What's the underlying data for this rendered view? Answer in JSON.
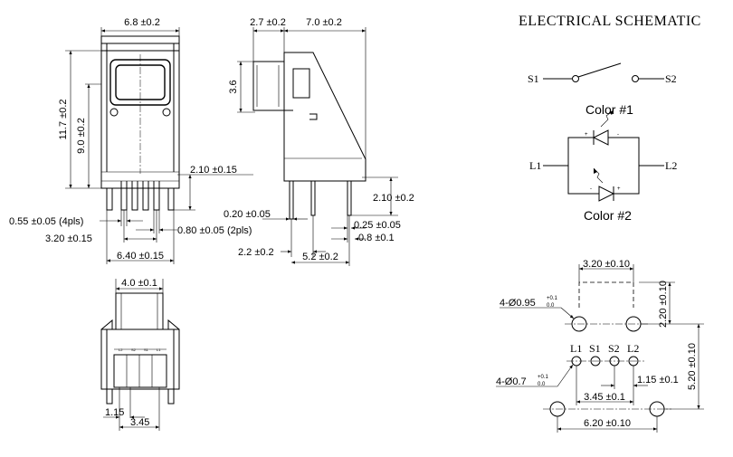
{
  "schematic": {
    "title": "ELECTRICAL SCHEMATIC",
    "switch_left": "S1",
    "switch_right": "S2",
    "led_left": "L1",
    "led_right": "L2",
    "color1": "Color #1",
    "color2": "Color #2"
  },
  "front_view": {
    "width": "6.8 ±0.2",
    "height_total": "11.7 ±0.2",
    "height_body": "9.0 ±0.2",
    "lead_len": "2.10 ±0.15",
    "pin_width": "0.55 ±0.05 (4pls)",
    "pin_span": "3.20 ±0.15",
    "pin_thick": "0.80 ±0.05 (2pls)",
    "base_width": "6.40 ±0.15"
  },
  "side_view": {
    "button_len": "2.7 ±0.2",
    "body_len": "7.0 ±0.2",
    "button_height": "3.6",
    "lead_thick": "0.20 ±0.05",
    "lead_len": "2.10 ±0.2",
    "tab_thick": "0.25 ±0.05",
    "tab_width": "0.8 ±0.1",
    "offset": "2.2 ±0.2",
    "lead_span": "5.2 ±0.2"
  },
  "bottom_view": {
    "button_width": "4.0 ±0.1",
    "pitch": "1.15",
    "span": "3.45",
    "tiny_labels": [
      "L2",
      "S2",
      "S1",
      "L1"
    ]
  },
  "pcb_layout": {
    "hole_span": "3.20 ±0.10",
    "row_offset": "2.20 ±0.10",
    "total_depth": "5.20 ±0.10",
    "big_hole": "4-Ø0.95",
    "big_hole_tol_plus": "+0.1",
    "big_hole_tol_minus": "0.0",
    "small_hole": "4-Ø0.7",
    "small_hole_tol_plus": "+0.1",
    "small_hole_tol_minus": "0.0",
    "pin_labels": [
      "L1",
      "S1",
      "S2",
      "L2"
    ],
    "pin_pitch": "1.15 ±0.1",
    "pin_span": "3.45 ±0.1",
    "anchor_span": "6.20 ±0.10"
  }
}
